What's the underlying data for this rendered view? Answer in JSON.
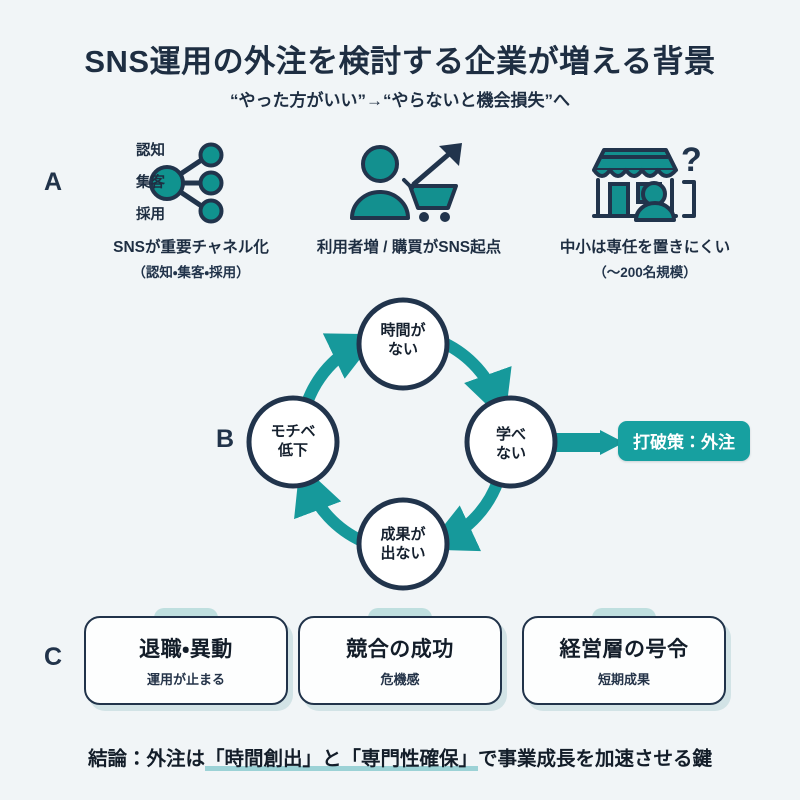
{
  "header": {
    "title": "SNS運用の外注を検討する企業が増える背景",
    "subtitle": "“やった方がいい”→“やらないと機会損失”へ"
  },
  "colors": {
    "background": "#f1f5f7",
    "ink": "#1e2e42",
    "teal": "#17a0a0",
    "teal_light": "#bfdfdf",
    "underline": "#9cd2d6",
    "card_bg": "#fdfefe"
  },
  "sections": {
    "a": {
      "letter": "A",
      "columns": [
        {
          "icon": "share-network-icon",
          "node_labels": [
            "認知",
            "集客",
            "採用"
          ],
          "caption": "SNSが重要チャネル化",
          "sub": "（認知・集客・採用）"
        },
        {
          "icon": "user-cart-growth-icon",
          "caption": "利用者増 / 購買がSNS起点",
          "sub": ""
        },
        {
          "icon": "storefront-question-icon",
          "caption": "中小は専任を置きにくい",
          "sub": "（〜200名規模）"
        }
      ]
    },
    "b": {
      "letter": "B",
      "cycle": [
        {
          "id": "top",
          "label_line1": "時間が",
          "label_line2": "ない"
        },
        {
          "id": "right",
          "label_line1": "学べ",
          "label_line2": "ない"
        },
        {
          "id": "bottom",
          "label_line1": "成果が",
          "label_line2": "出ない"
        },
        {
          "id": "left",
          "label_line1": "モチベ",
          "label_line2": "低下"
        }
      ],
      "badge": "打破策：外注"
    },
    "c": {
      "letter": "C",
      "cards": [
        {
          "title": "退職・異動",
          "sub": "運用が止まる"
        },
        {
          "title": "競合の成功",
          "sub": "危機感"
        },
        {
          "title": "経営層の号令",
          "sub": "短期成果"
        }
      ]
    }
  },
  "conclusion": {
    "prefix": "結論：外注は",
    "highlight": "「時間創出」と「専門性確保」",
    "suffix": "で事業成長を加速させる鍵"
  }
}
